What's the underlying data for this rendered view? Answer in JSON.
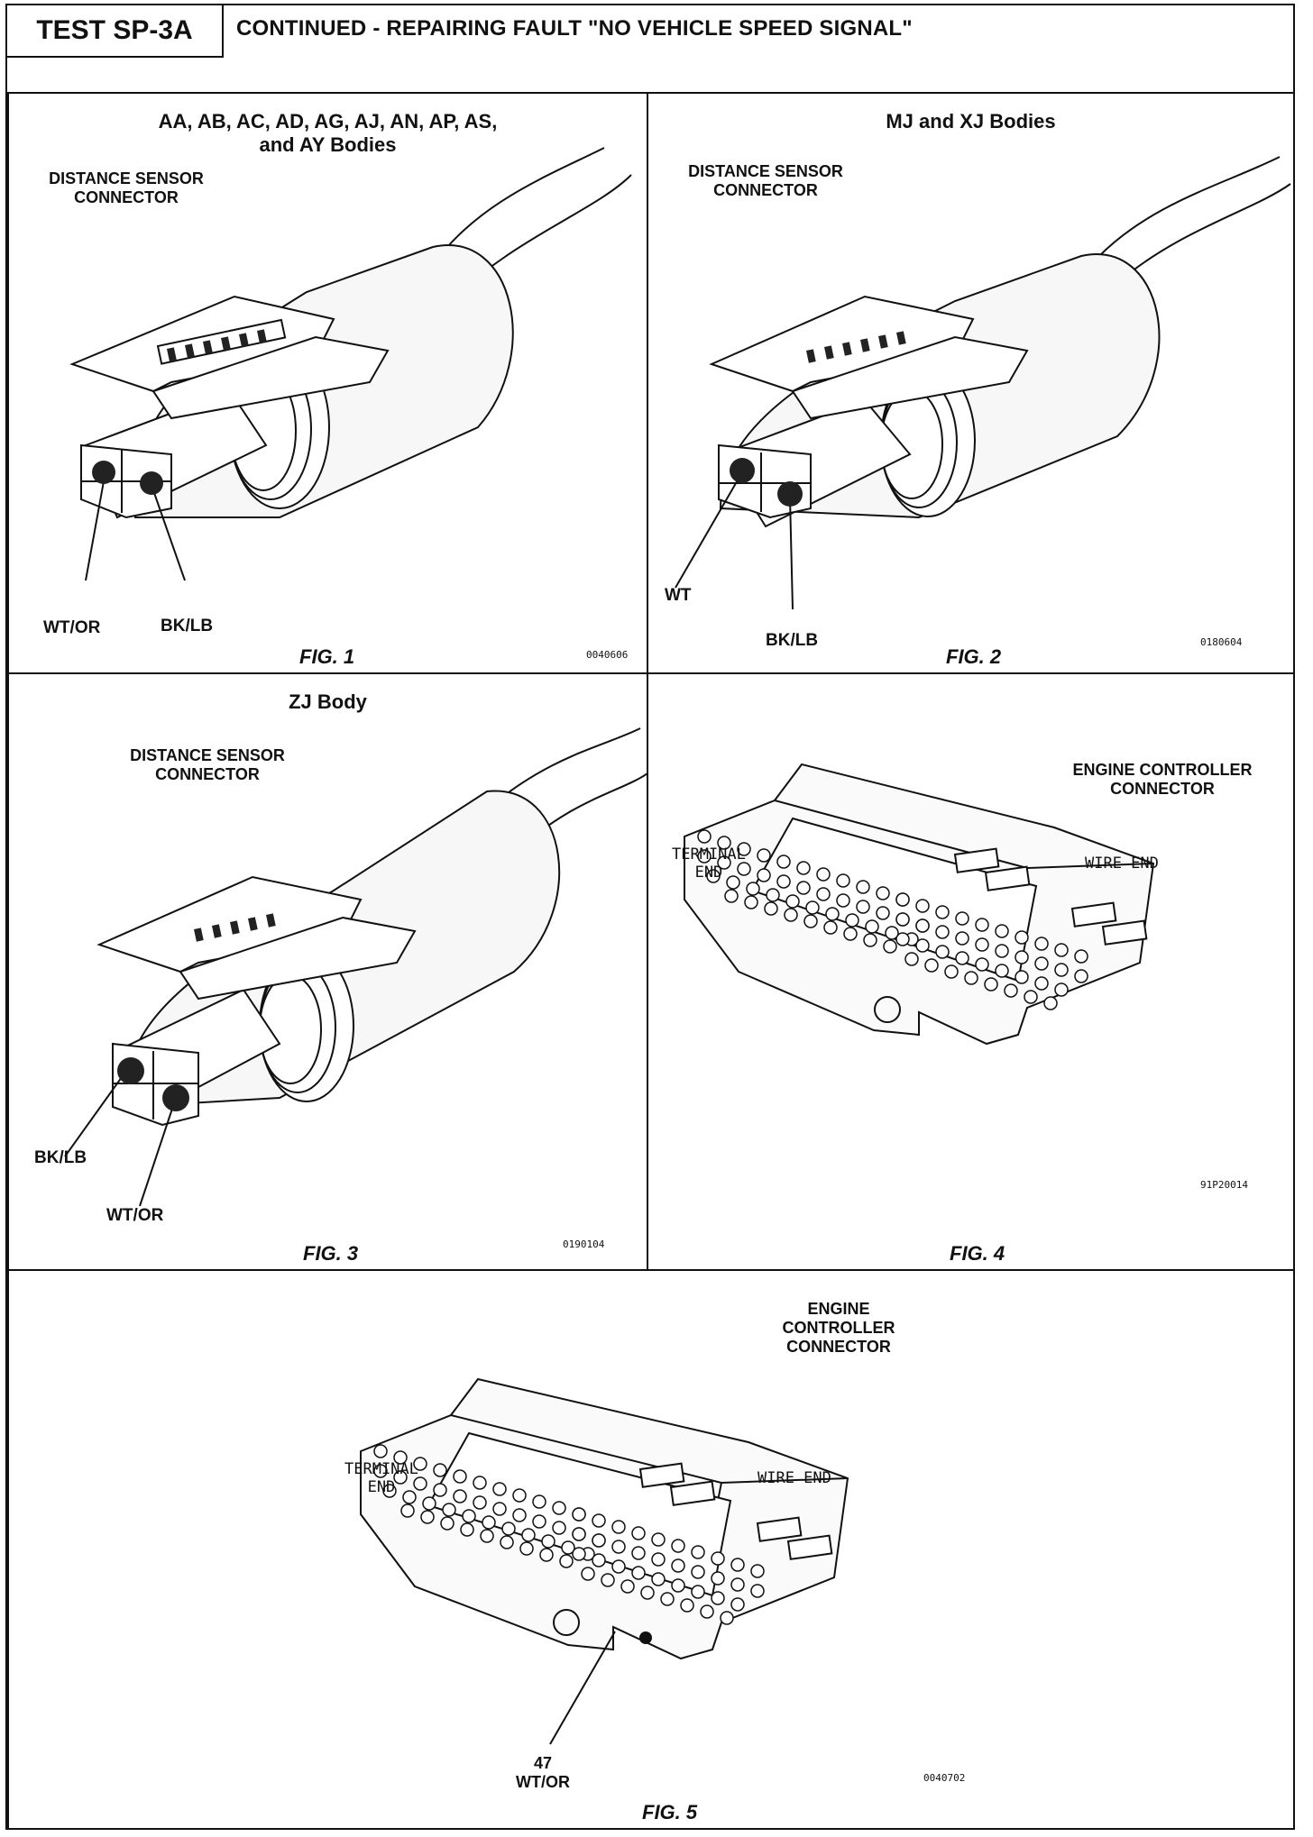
{
  "header": {
    "test_id": "TEST SP-3A",
    "title": "CONTINUED - REPAIRING FAULT \"NO VEHICLE SPEED SIGNAL\""
  },
  "fig1": {
    "title_line1": "AA, AB, AC, AD, AG, AJ, AN, AP, AS,",
    "title_line2": "and AY Bodies",
    "connector_line1": "DISTANCE SENSOR",
    "connector_line2": "CONNECTOR",
    "wire_left": "WT/OR",
    "wire_right": "BK/LB",
    "caption": "FIG. 1",
    "code": "0040606"
  },
  "fig2": {
    "title": "MJ and XJ Bodies",
    "connector_line1": "DISTANCE SENSOR",
    "connector_line2": "CONNECTOR",
    "wire_left": "WT",
    "wire_right": "BK/LB",
    "caption": "FIG. 2",
    "code": "0180604"
  },
  "fig3": {
    "title": "ZJ Body",
    "connector_line1": "DISTANCE SENSOR",
    "connector_line2": "CONNECTOR",
    "wire_left": "BK/LB",
    "wire_right": "WT/OR",
    "caption": "FIG. 3",
    "code": "0190104"
  },
  "fig4": {
    "connector_line1": "ENGINE CONTROLLER",
    "connector_line2": "CONNECTOR",
    "terminal_line1": "TERMINAL",
    "terminal_line2": "END",
    "wire_end": "WIRE END",
    "caption": "FIG. 4",
    "code": "91P20014"
  },
  "fig5": {
    "connector_line1": "ENGINE",
    "connector_line2": "CONTROLLER",
    "connector_line3": "CONNECTOR",
    "terminal_line1": "TERMINAL",
    "terminal_line2": "END",
    "wire_end": "WIRE END",
    "pin_number": "47",
    "pin_wire": "WT/OR",
    "caption": "FIG. 5",
    "code": "0040702"
  }
}
